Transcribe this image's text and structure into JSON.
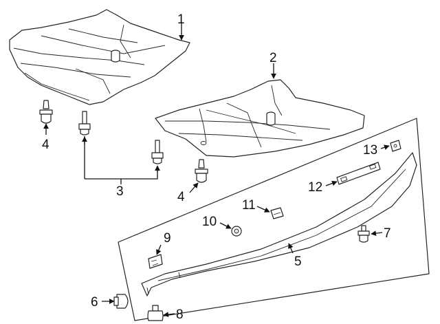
{
  "diagram": {
    "callouts": [
      {
        "id": "1",
        "label": "1"
      },
      {
        "id": "2",
        "label": "2"
      },
      {
        "id": "3",
        "label": "3"
      },
      {
        "id": "4a",
        "label": "4"
      },
      {
        "id": "4b",
        "label": "4"
      },
      {
        "id": "5",
        "label": "5"
      },
      {
        "id": "6",
        "label": "6"
      },
      {
        "id": "7",
        "label": "7"
      },
      {
        "id": "8",
        "label": "8"
      },
      {
        "id": "9",
        "label": "9"
      },
      {
        "id": "10",
        "label": "10"
      },
      {
        "id": "11",
        "label": "11"
      },
      {
        "id": "12",
        "label": "12"
      },
      {
        "id": "13",
        "label": "13"
      }
    ]
  }
}
